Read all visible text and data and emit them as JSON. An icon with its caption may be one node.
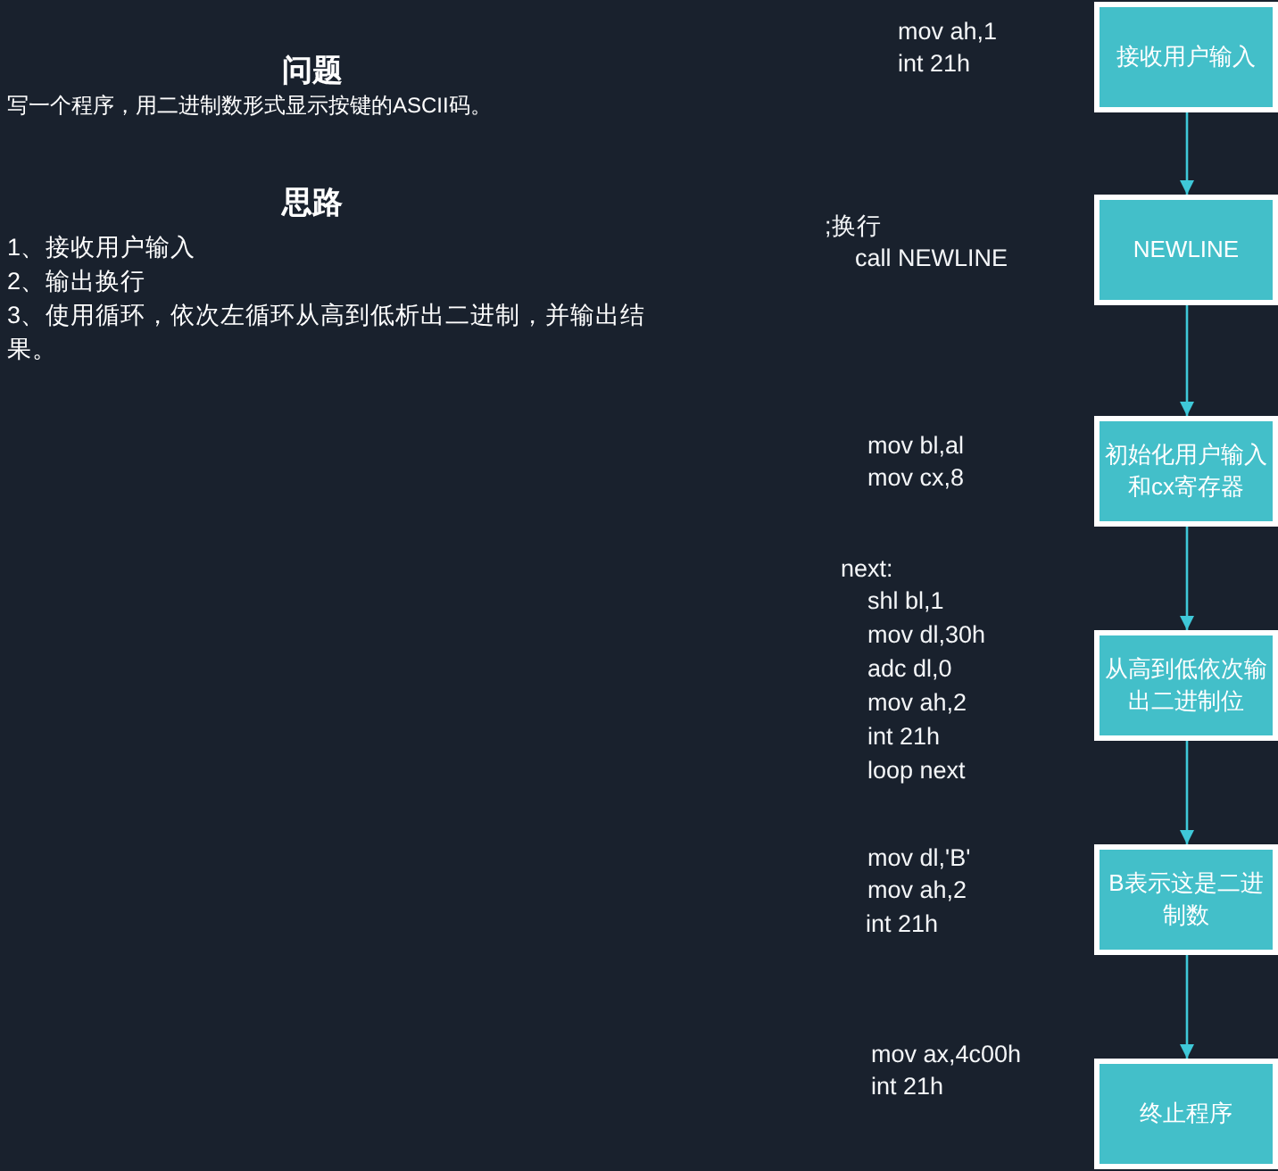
{
  "diagram": {
    "nodes": [
      {
        "text": [
          "接收用户输入"
        ],
        "beside": [
          "mov ah,1",
          "int 21h"
        ]
      },
      {
        "text": [
          "NEWLINE"
        ],
        "beside": [
          ";换行",
          "call NEWLINE"
        ]
      },
      {
        "text": [
          "初始化用户输入和cx寄存器"
        ],
        "beside": [
          "mov bl,al",
          "mov cx,8"
        ]
      },
      {
        "text": [
          "从高到低依次输出二进制位"
        ],
        "beside": [
          "next:",
          "shl bl,1",
          "mov dl,30h",
          "adc dl,0",
          "mov ah,2",
          "int 21h",
          "loop next"
        ]
      },
      {
        "text": [
          "B表示这是二进制数"
        ],
        "beside": [
          "mov dl,'B'",
          "mov ah,2",
          "int 21h"
        ]
      },
      {
        "text": [
          "终止程序"
        ],
        "beside": [
          "mov ax,4c00h",
          "int 21h"
        ]
      }
    ],
    "edges": [
      {
        "from": 0,
        "to": 1,
        "arrow": "to"
      },
      {
        "from": 1,
        "to": 2,
        "arrow": "to"
      },
      {
        "from": 2,
        "to": 3,
        "arrow": "to"
      },
      {
        "from": 3,
        "to": 4,
        "arrow": "to"
      },
      {
        "from": 4,
        "to": 5,
        "arrow": "to"
      }
    ],
    "labels": [
      "问题",
      "写一个程序，用二进制数形式显示按键的ASCII码。",
      "思路",
      "1、接收用户输入",
      "2、输出换行",
      "3、使用循环，依次左循环从高到低析出二进制，并输出结果。"
    ]
  }
}
